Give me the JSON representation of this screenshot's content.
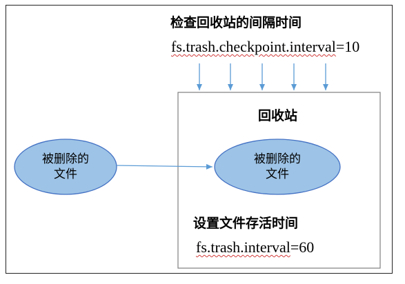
{
  "title_interval": "检查回收站的间隔时间",
  "cfg_interval": {
    "prefix": "fs.trash.",
    "key": "checkpoint.interval",
    "suffix": "=10"
  },
  "trash_title": "回收站",
  "deleted_file_outside": {
    "line1": "被删除的",
    "line2": "文件"
  },
  "deleted_file_inside": {
    "line1": "被删除的",
    "line2": "文件"
  },
  "title_keep": "设置文件存活时间",
  "cfg_keep": {
    "prefix": "fs.trash.",
    "key": "interval",
    "suffix": "=60"
  },
  "colors": {
    "ellipse_fill": "#9dc3e6",
    "ellipse_stroke": "#4472c4",
    "arrow": "#5b9bd5",
    "box_stroke": "#7f7f7f"
  }
}
